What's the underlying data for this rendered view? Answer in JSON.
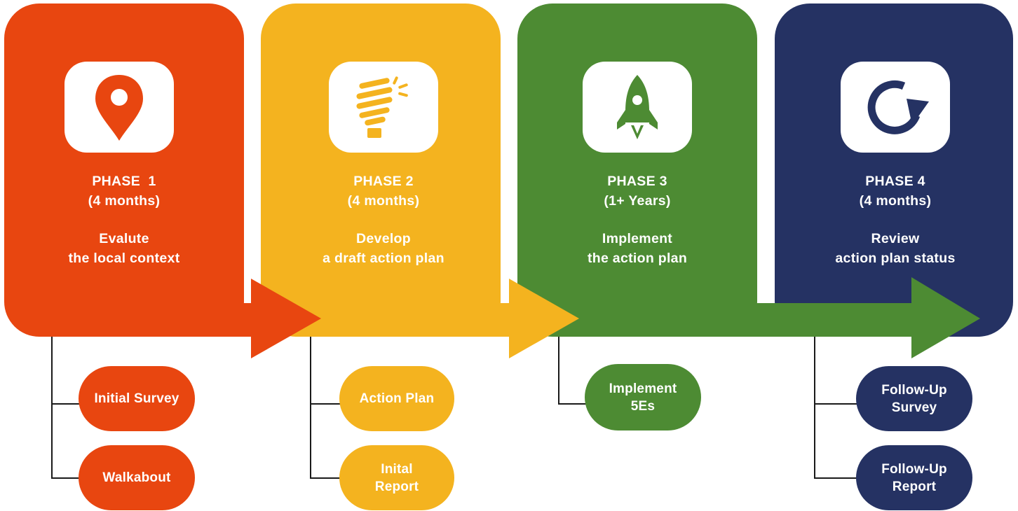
{
  "colors": {
    "phase1": "#e84610",
    "phase2": "#f4b31f",
    "phase3": "#4d8b33",
    "phase4": "#253263",
    "connector": "#1a1a1a"
  },
  "phases": [
    {
      "icon": "location-pin-icon",
      "title": "PHASE  1",
      "duration": "(4 months)",
      "desc_line1": "Evalute",
      "desc_line2": "the local context",
      "deliverables": [
        {
          "line1": "Initial Survey",
          "line2": ""
        },
        {
          "line1": "Walkabout",
          "line2": ""
        }
      ]
    },
    {
      "icon": "lightbulb-icon",
      "title": "PHASE 2",
      "duration": "(4 months)",
      "desc_line1": "Develop",
      "desc_line2": "a draft action plan",
      "deliverables": [
        {
          "line1": "Action Plan",
          "line2": ""
        },
        {
          "line1": "Inital",
          "line2": "Report"
        }
      ]
    },
    {
      "icon": "rocket-icon",
      "title": "PHASE 3",
      "duration": "(1+ Years)",
      "desc_line1": "Implement",
      "desc_line2": "the action plan",
      "deliverables": [
        {
          "line1": "Implement",
          "line2": "5Es"
        }
      ]
    },
    {
      "icon": "refresh-cycle-icon",
      "title": "PHASE 4",
      "duration": "(4 months)",
      "desc_line1": "Review",
      "desc_line2": "action plan status",
      "deliverables": [
        {
          "line1": "Follow-Up",
          "line2": "Survey"
        },
        {
          "line1": "Follow-Up",
          "line2": "Report"
        }
      ]
    }
  ]
}
